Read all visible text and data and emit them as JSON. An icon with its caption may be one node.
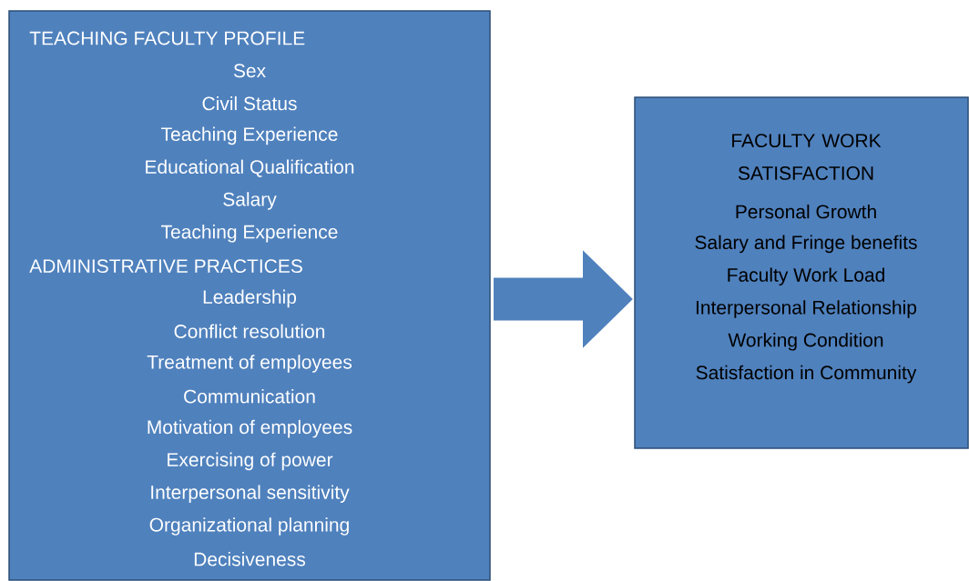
{
  "diagram": {
    "nodes": [
      {
        "text": [
          "TEACHING FACULTY PROFILE",
          "Sex",
          "Civil Status",
          "Teaching Experience",
          "Educational Qualification",
          "Salary",
          "Teaching Experience",
          "ADMINISTRATIVE PRACTICES",
          "Leadership",
          "Conflict resolution",
          "Treatment of employees",
          "Communication",
          "Motivation of employees",
          "Exercising of power",
          "Interpersonal sensitivity",
          "Organizational planning",
          "Decisiveness"
        ]
      },
      {
        "text": [
          "FACULTY WORK SATISFACTION",
          "Personal Growth",
          "Salary and Fringe benefits",
          "Faculty Work Load",
          "Interpersonal Relationship",
          "Working Condition",
          "Satisfaction in Community"
        ]
      }
    ],
    "edges": [
      {
        "from": 0,
        "to": 1,
        "arrow": "to"
      }
    ]
  }
}
